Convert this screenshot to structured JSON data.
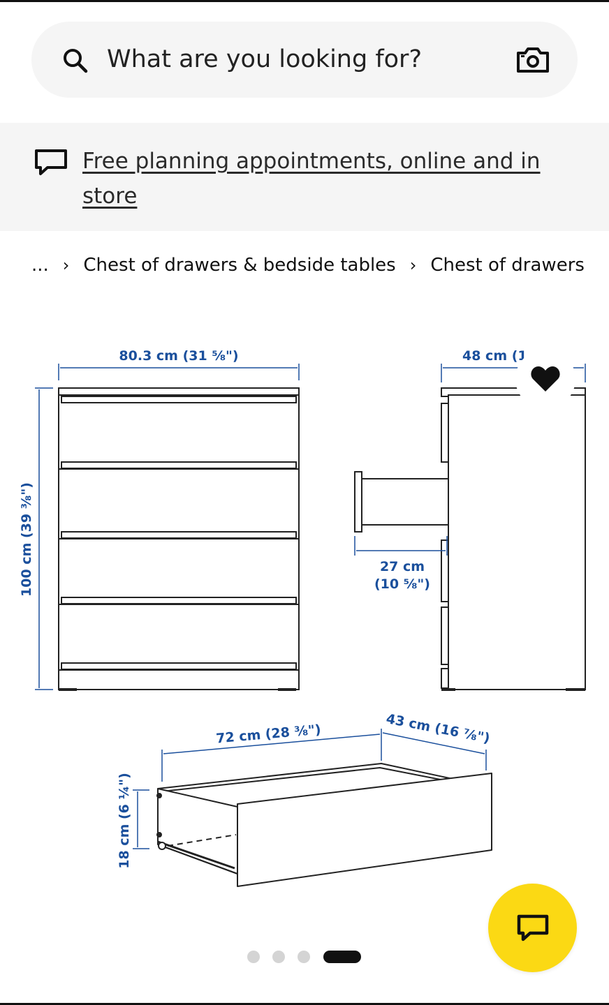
{
  "search": {
    "placeholder": "What are you looking for?",
    "search_icon": "search-icon",
    "camera_icon": "camera-icon"
  },
  "promo": {
    "icon": "chat-bubble-icon",
    "link_text": "Free planning appointments, online and in store"
  },
  "breadcrumb": {
    "ellipsis": "...",
    "separator": "›",
    "items": [
      "Chest of drawers & bedside tables",
      "Chest of drawers"
    ]
  },
  "diagram": {
    "width_label": "80.3 cm (31 ⅝\")",
    "height_label": "100 cm (39 ⅜\")",
    "depth_label": "48 cm (1",
    "drawer_ext_label_1": "27 cm",
    "drawer_ext_label_2": "(10 ⅝\")",
    "drawer_width_label": "72 cm (28 ⅜\")",
    "drawer_depth_label": "43 cm (16 ⅞\")",
    "drawer_height_label": "18 cm (6 ¼\")",
    "dim_color": "#1a4f9c"
  },
  "favorite": {
    "icon": "heart-icon"
  },
  "carousel": {
    "count": 4,
    "active_index": 3
  },
  "chat_button": {
    "icon": "chat-icon",
    "color": "#fbd914"
  }
}
